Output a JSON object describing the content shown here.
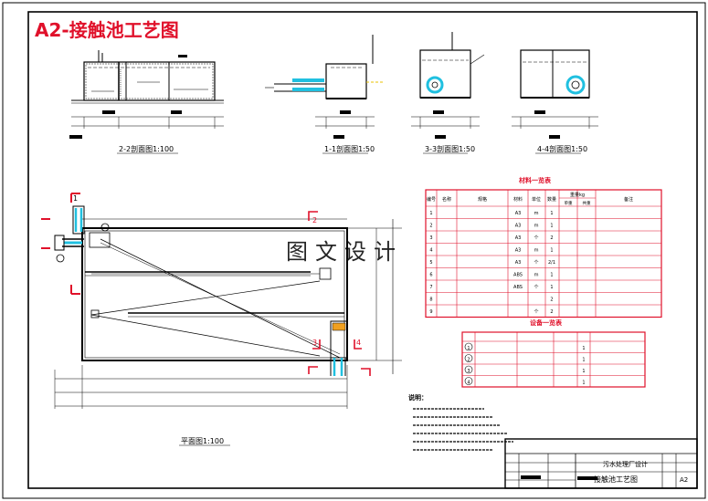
{
  "title_tag": "A2-接触池工艺图",
  "watermark": "图文设计",
  "section_labels": {
    "s22": "2-2剖面图1:100",
    "s11": "1-1剖面图1:50",
    "s33": "3-3剖面图1:50",
    "s44": "4-4剖面图1:50",
    "plan": "平面图1:100"
  },
  "materials_table": {
    "title": "材料一览表",
    "headers": [
      "编号",
      "名称",
      "规格",
      "材料",
      "单位",
      "数量",
      "重量kg",
      "备注"
    ],
    "subheaders": [
      "单重",
      "共重"
    ],
    "rows": [
      [
        "1",
        "",
        "",
        "A3",
        "m",
        "1",
        "",
        "",
        ""
      ],
      [
        "2",
        "",
        "",
        "A3",
        "m",
        "1",
        "",
        "",
        ""
      ],
      [
        "3",
        "",
        "",
        "A3",
        "个",
        "2",
        "",
        "",
        ""
      ],
      [
        "4",
        "",
        "",
        "A3",
        "m",
        "1",
        "",
        "",
        ""
      ],
      [
        "5",
        "",
        "",
        "A3",
        "个",
        "2/1",
        "",
        "",
        ""
      ],
      [
        "6",
        "",
        "",
        "ABS",
        "m",
        "1",
        "",
        "",
        ""
      ],
      [
        "7",
        "",
        "",
        "ABS",
        "个",
        "1",
        "",
        "",
        ""
      ],
      [
        "8",
        "",
        "",
        "",
        "",
        "2",
        "",
        "",
        ""
      ],
      [
        "9",
        "",
        "",
        "",
        "个",
        "2",
        "",
        "",
        ""
      ]
    ]
  },
  "equipment_table": {
    "title": "设备一览表",
    "rows": [
      [
        "1",
        "",
        "",
        "",
        "1",
        ""
      ],
      [
        "2",
        "",
        "",
        "",
        "1",
        ""
      ],
      [
        "3",
        "",
        "",
        "",
        "1",
        ""
      ],
      [
        "4",
        "",
        "",
        "",
        "1",
        ""
      ]
    ]
  },
  "notes_title": "说明：",
  "title_block": {
    "project": "污水处理厂设计",
    "drawing_name": "接触池工艺图",
    "size": "A2"
  },
  "plan_marks": {
    "n1": "1",
    "n2": "2",
    "n3": "3",
    "n4": "4"
  }
}
